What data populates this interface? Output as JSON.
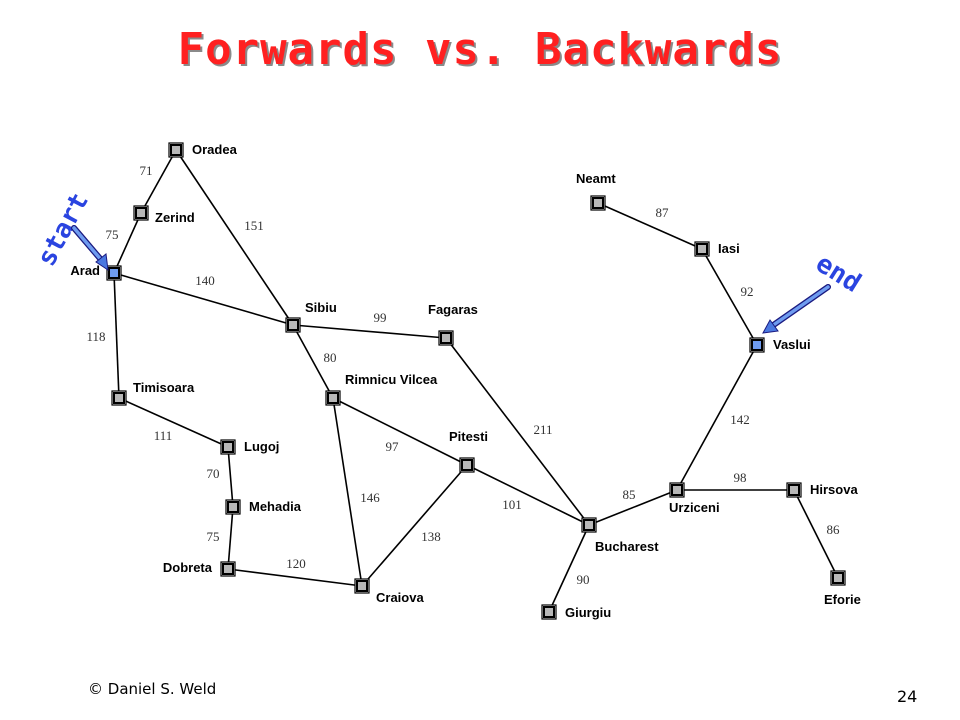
{
  "title": "Forwards vs. Backwards",
  "annotations": {
    "start": "start",
    "end": "end"
  },
  "footer": {
    "copyright": "© Daniel S. Weld",
    "page_number": "24"
  },
  "colors": {
    "title": "#ff2020",
    "node_fill": "#b8b8b8",
    "endpoint_fill": "#6f9cf0",
    "arrow": "#4a78e0",
    "edge": "#000000",
    "annotation": "#2a44e0"
  },
  "cities": [
    {
      "id": "Oradea",
      "label": "Oradea"
    },
    {
      "id": "Zerind",
      "label": "Zerind"
    },
    {
      "id": "Arad",
      "label": "Arad",
      "highlight": true
    },
    {
      "id": "Timisoara",
      "label": "Timisoara"
    },
    {
      "id": "Lugoj",
      "label": "Lugoj"
    },
    {
      "id": "Mehadia",
      "label": "Mehadia"
    },
    {
      "id": "Dobreta",
      "label": "Dobreta"
    },
    {
      "id": "Craiova",
      "label": "Craiova"
    },
    {
      "id": "Sibiu",
      "label": "Sibiu"
    },
    {
      "id": "RimnicuVilcea",
      "label": "Rimnicu Vilcea"
    },
    {
      "id": "Fagaras",
      "label": "Fagaras"
    },
    {
      "id": "Pitesti",
      "label": "Pitesti"
    },
    {
      "id": "Bucharest",
      "label": "Bucharest"
    },
    {
      "id": "Giurgiu",
      "label": "Giurgiu"
    },
    {
      "id": "Urziceni",
      "label": "Urziceni"
    },
    {
      "id": "Hirsova",
      "label": "Hirsova"
    },
    {
      "id": "Eforie",
      "label": "Eforie"
    },
    {
      "id": "Vaslui",
      "label": "Vaslui",
      "highlight": true
    },
    {
      "id": "Iasi",
      "label": "Iasi"
    },
    {
      "id": "Neamt",
      "label": "Neamt"
    }
  ],
  "roads": [
    {
      "from": "Oradea",
      "to": "Zerind",
      "distance": "71"
    },
    {
      "from": "Zerind",
      "to": "Arad",
      "distance": "75"
    },
    {
      "from": "Oradea",
      "to": "Sibiu",
      "distance": "151"
    },
    {
      "from": "Arad",
      "to": "Sibiu",
      "distance": "140"
    },
    {
      "from": "Arad",
      "to": "Timisoara",
      "distance": "118"
    },
    {
      "from": "Timisoara",
      "to": "Lugoj",
      "distance": "111"
    },
    {
      "from": "Lugoj",
      "to": "Mehadia",
      "distance": "70"
    },
    {
      "from": "Mehadia",
      "to": "Dobreta",
      "distance": "75"
    },
    {
      "from": "Dobreta",
      "to": "Craiova",
      "distance": "120"
    },
    {
      "from": "Sibiu",
      "to": "Fagaras",
      "distance": "99"
    },
    {
      "from": "Sibiu",
      "to": "RimnicuVilcea",
      "distance": "80"
    },
    {
      "from": "RimnicuVilcea",
      "to": "Pitesti",
      "distance": "97"
    },
    {
      "from": "RimnicuVilcea",
      "to": "Craiova",
      "distance": "146"
    },
    {
      "from": "Craiova",
      "to": "Pitesti",
      "distance": "138"
    },
    {
      "from": "Pitesti",
      "to": "Bucharest",
      "distance": "101"
    },
    {
      "from": "Fagaras",
      "to": "Bucharest",
      "distance": "211"
    },
    {
      "from": "Bucharest",
      "to": "Giurgiu",
      "distance": "90"
    },
    {
      "from": "Bucharest",
      "to": "Urziceni",
      "distance": "85"
    },
    {
      "from": "Urziceni",
      "to": "Hirsova",
      "distance": "98"
    },
    {
      "from": "Hirsova",
      "to": "Eforie",
      "distance": "86"
    },
    {
      "from": "Urziceni",
      "to": "Vaslui",
      "distance": "142"
    },
    {
      "from": "Vaslui",
      "to": "Iasi",
      "distance": "92"
    },
    {
      "from": "Iasi",
      "to": "Neamt",
      "distance": "87"
    }
  ]
}
